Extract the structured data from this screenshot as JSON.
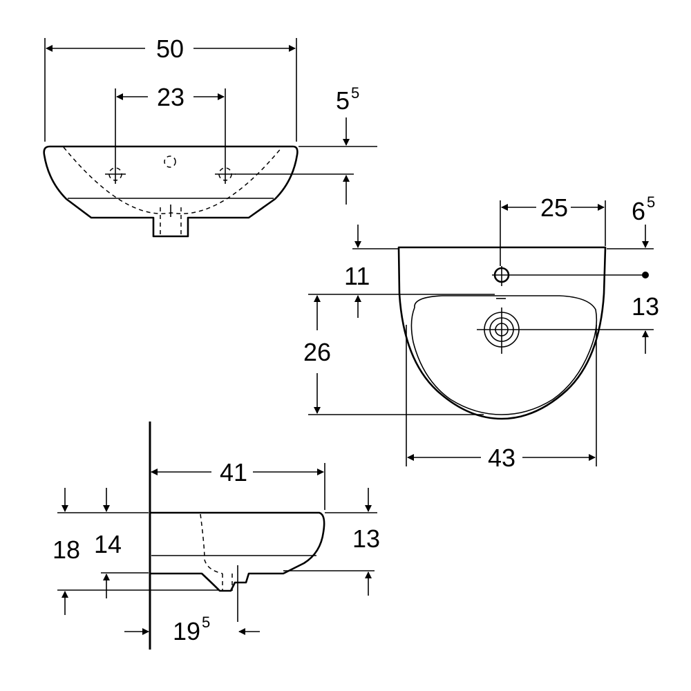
{
  "top_view": {
    "dim_width": "50",
    "dim_tap_spacing": "23",
    "dim_rim_height_main": "5",
    "dim_rim_height_sup": "5"
  },
  "front_view": {
    "dim_tap_offset": "25",
    "dim_edge_main": "6",
    "dim_edge_sup": "5",
    "dim_back_to_bowl": "11",
    "dim_tap_to_drain": "13",
    "dim_bowl_depth": "26",
    "dim_bowl_width": "43"
  },
  "side_view": {
    "dim_projection": "41",
    "dim_total_height": "18",
    "dim_bowl_height": "14",
    "dim_front_height": "13",
    "dim_drain_main": "19",
    "dim_drain_sup": "5"
  }
}
